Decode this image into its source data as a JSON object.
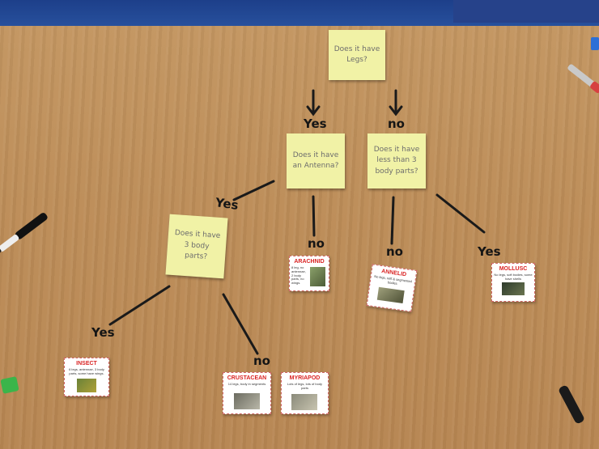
{
  "questions": {
    "legs": "Does it have Legs?",
    "antennae": "Does it have an Antenna?",
    "body_parts_less": "Does it have less than 3 body parts?",
    "body_parts_three": "Does it have 3 body parts?"
  },
  "answers": {
    "legs_yes": "Yes",
    "legs_no": "no",
    "antennae_yes": "Yes",
    "antennae_no": "no",
    "less_no": "no",
    "less_yes": "Yes",
    "three_yes": "Yes",
    "three_no": "no"
  },
  "cards": {
    "arachnid": {
      "title": "ARACHNID",
      "desc": "8 leg, no antennae, 2 body parts, no wings."
    },
    "annelid": {
      "title": "ANNELID",
      "desc": "No legs, soft & segmented bodies"
    },
    "mollusc": {
      "title": "MOLLUSC",
      "desc": "No legs, soft bodies, some have shells"
    },
    "insect": {
      "title": "INSECT",
      "desc": "6 legs, antennae, 3 body parts, some have wings."
    },
    "crustacean": {
      "title": "CRUSTACEAN",
      "desc": "14 legs, body in segments"
    },
    "myriapod": {
      "title": "MYRIAPOD",
      "desc": "Lots of legs, lots of body parts"
    }
  },
  "colors": {
    "sticky_note": "#f1f2a6",
    "card_title": "#d92323",
    "table": "#bd8d58",
    "marker_ink": "#151515"
  }
}
